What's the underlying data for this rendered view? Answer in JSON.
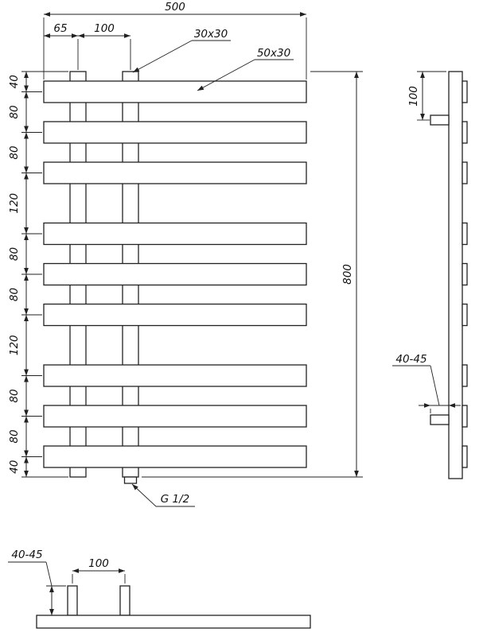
{
  "front_view": {
    "width_label": "500",
    "post_offset_label": "65",
    "post_spacing_label": "100",
    "post_profile_label": "30x30",
    "rung_profile_label": "50x30",
    "height_label": "800",
    "thread_label": "G 1/2",
    "spacing_labels": [
      "40",
      "80",
      "80",
      "120",
      "80",
      "80",
      "120",
      "80",
      "80",
      "40"
    ]
  },
  "side_view": {
    "bracket_offset_label": "100",
    "wall_distance_label": "40-45"
  },
  "bottom_view": {
    "wall_distance_label": "40-45",
    "stub_spacing_label": "100"
  }
}
